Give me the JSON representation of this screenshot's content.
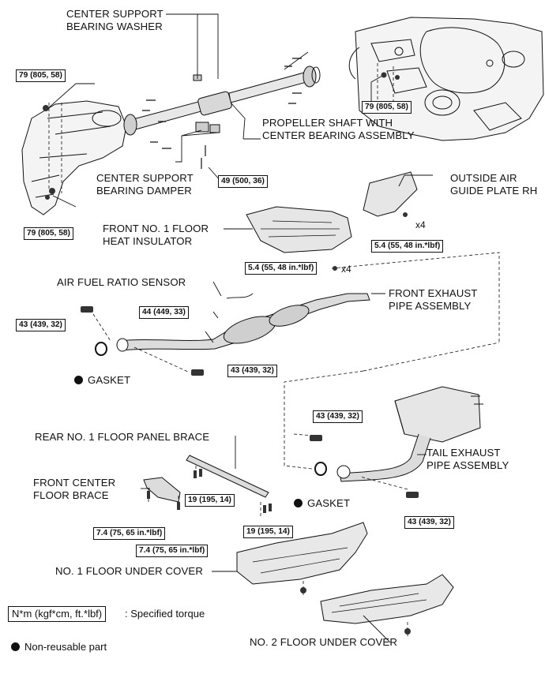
{
  "labels": {
    "center_support_bearing_washer": [
      "CENTER SUPPORT",
      "BEARING WASHER"
    ],
    "propeller_shaft": [
      "PROPELLER SHAFT WITH",
      "CENTER BEARING ASSEMBLY"
    ],
    "center_support_bearing_damper": [
      "CENTER SUPPORT",
      "BEARING DAMPER"
    ],
    "outside_air_guide_plate": [
      "OUTSIDE AIR",
      "GUIDE PLATE RH"
    ],
    "front_floor_heat_insulator": [
      "FRONT NO. 1 FLOOR",
      "HEAT INSULATOR"
    ],
    "air_fuel_ratio_sensor": "AIR FUEL RATIO SENSOR",
    "front_exhaust_pipe": [
      "FRONT EXHAUST",
      "PIPE ASSEMBLY"
    ],
    "gasket_front": "GASKET",
    "rear_floor_panel_brace": "REAR NO. 1 FLOOR PANEL BRACE",
    "tail_exhaust_pipe": [
      "TAIL EXHAUST",
      "PIPE ASSEMBLY"
    ],
    "front_center_floor_brace": [
      "FRONT CENTER",
      "FLOOR BRACE"
    ],
    "gasket_rear": "GASKET",
    "no1_floor_under_cover": "NO. 1 FLOOR UNDER COVER",
    "no2_floor_under_cover": "NO. 2 FLOOR UNDER COVER"
  },
  "torques": {
    "t79_upper_left": "79 (805, 58)",
    "t79_upper_right": "79 (805, 58)",
    "t49": "49 (500, 36)",
    "t79_lower_left": "79 (805, 58)",
    "t54_guide_plate": "5.4 (55, 48 in.*lbf)",
    "t54_insulator": "5.4 (55, 48 in.*lbf)",
    "t44_sensor": "44 (449, 33)",
    "t43_left": "43 (439, 32)",
    "t43_mid": "43 (439, 32)",
    "t43_tail_upper": "43 (439, 32)",
    "t43_tail_lower": "43 (439, 32)",
    "t19_upper": "19 (195, 14)",
    "t19_lower": "19 (195, 14)",
    "t74_upper": "7.4 (75, 65 in.*lbf)",
    "t74_lower": "7.4 (75, 65 in.*lbf)"
  },
  "quantities": {
    "x4_guide_plate": "x4",
    "x4_insulator": "x4"
  },
  "legend": {
    "torque_key": "N*m (kgf*cm, ft.*lbf)",
    "torque_desc": ": Specified torque",
    "non_reusable": "Non-reusable part"
  },
  "colors": {
    "ink": "#111111",
    "paper": "#ffffff",
    "shade": "#bdbdbd"
  }
}
